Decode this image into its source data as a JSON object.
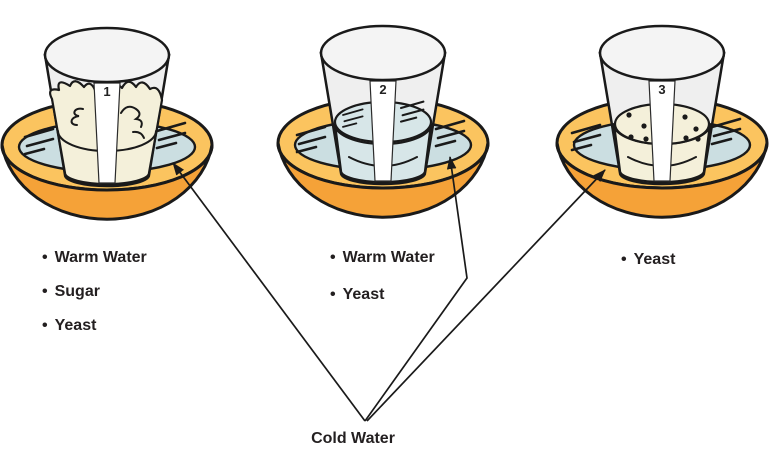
{
  "diagram": {
    "bullet": "•",
    "cold_water_label": "Cold Water",
    "setups": [
      {
        "number": "1",
        "ingredients": [
          "Warm Water",
          "Sugar",
          "Yeast"
        ]
      },
      {
        "number": "2",
        "ingredients": [
          "Warm Water",
          "Yeast"
        ]
      },
      {
        "number": "3",
        "ingredients": [
          "Yeast"
        ]
      }
    ],
    "colors": {
      "bowl-body": "#F5A238",
      "bowl-rim": "#FBC45F",
      "water": "#CBDEE1",
      "water-inner": "#D7E6E8",
      "glass": "#EFEFEF",
      "glass-top": "#F4F4F4",
      "foam": "#F4F0DA",
      "outline": "#1A1A1A",
      "text": "#231F20"
    }
  }
}
